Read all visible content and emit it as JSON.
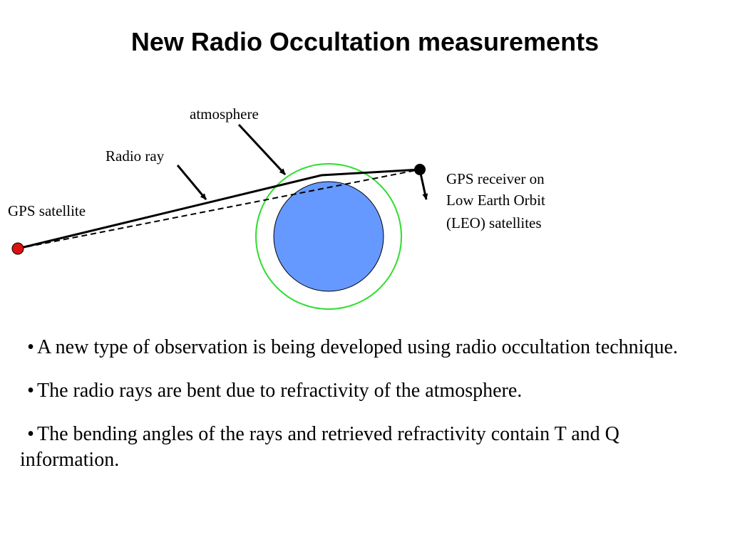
{
  "slide": {
    "title": "New Radio Occultation measurements"
  },
  "diagram": {
    "labels": {
      "atmosphere": "atmosphere",
      "radio_ray": "Radio ray",
      "gps_satellite": "GPS satellite",
      "receiver_line1": "GPS receiver on",
      "receiver_line2": "Low Earth Orbit",
      "receiver_line3": "(LEO) satellites"
    },
    "colors": {
      "earth_fill": "#6699ff",
      "atmosphere_ring": "#33dd33",
      "gps_satellite": "#dd1111",
      "receiver": "#000000",
      "ray": "#000000"
    }
  },
  "bullets": [
    {
      "symbol": "•",
      "text": "A new type of observation is being developed using radio occultation technique."
    },
    {
      "symbol": "•",
      "text": "The radio rays are bent due to refractivity of the atmosphere."
    },
    {
      "symbol": "•",
      "text": "The bending angles of the rays and retrieved refractivity contain T and Q information."
    }
  ]
}
